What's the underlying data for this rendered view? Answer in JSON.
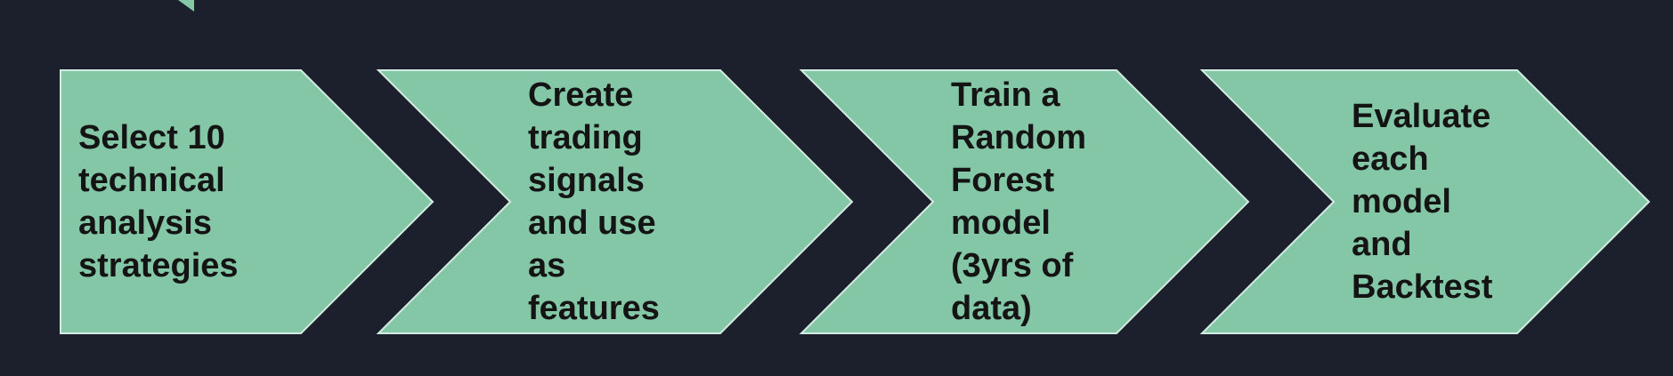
{
  "colors": {
    "background": "#1c202d",
    "arrow_fill": "#84c7a7",
    "arrow_stroke": "#d2ebe0",
    "text": "#141414"
  },
  "steps": [
    {
      "lines": [
        "Select 10",
        "technical",
        "analysis",
        "strategies"
      ]
    },
    {
      "lines": [
        "Create",
        "trading",
        "signals",
        "and use",
        "as",
        "features"
      ]
    },
    {
      "lines": [
        "Train a",
        "Random",
        "Forest",
        "model",
        "(3yrs of",
        "data)"
      ]
    },
    {
      "lines": [
        "Evaluate",
        "each",
        "model",
        "and",
        "Backtest"
      ]
    }
  ]
}
